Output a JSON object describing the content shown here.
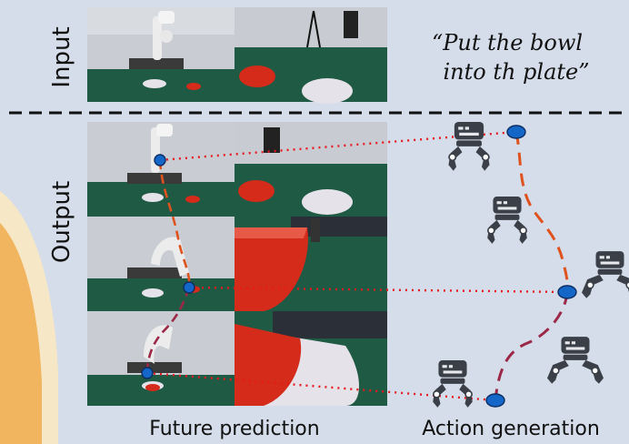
{
  "input_label": "Input",
  "output_label": "Output",
  "instruction": {
    "line1": "“Put the bowl",
    "line2": "into th plate”"
  },
  "captions": {
    "future_prediction": "Future prediction",
    "action_generation": "Action generation"
  },
  "colors": {
    "background": "#d4dde9",
    "wall": "#c9cdd3",
    "table_green": "#1f5a44",
    "bowl_red": "#d42b1a",
    "keypoint_blue": "#1466c8",
    "dotted_link": "#e8181f",
    "trajectory_orange": "#e0521d",
    "trajectory_crimson": "#9c2847",
    "gripper_gray": "#3b4048",
    "accent_orange": "#f0b55e"
  },
  "icons": {
    "keypoint": "blue-keypoint-dot",
    "robot": "robot-gripper-icon"
  }
}
